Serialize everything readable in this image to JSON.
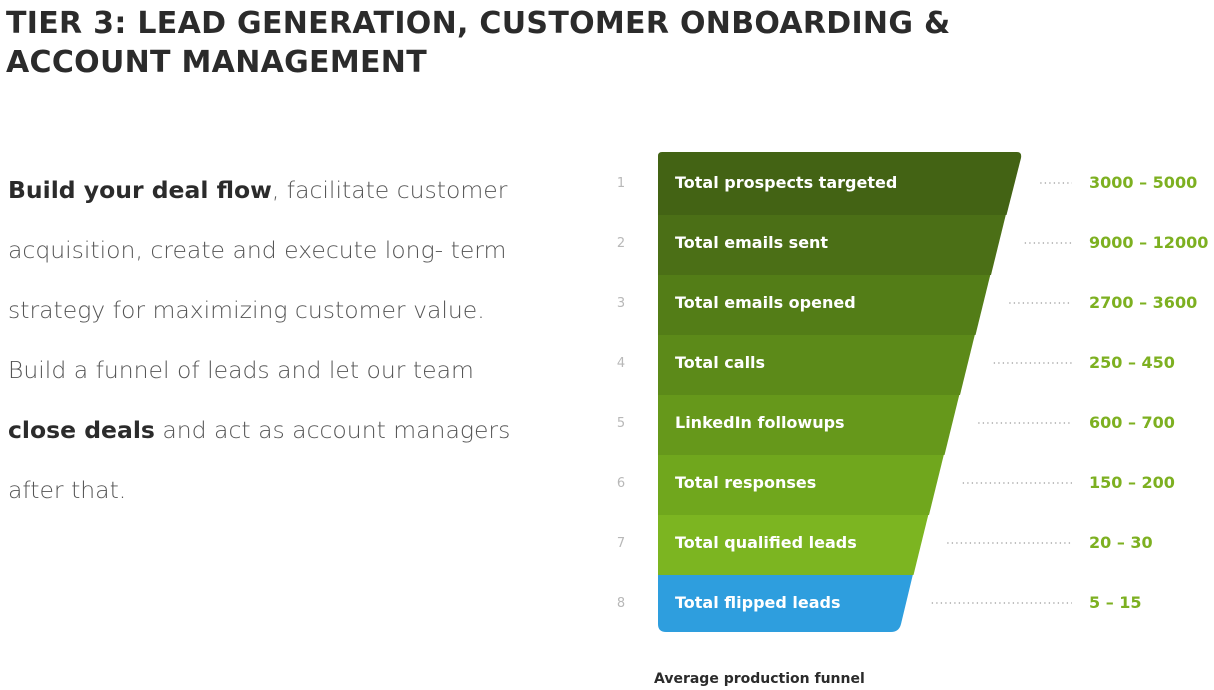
{
  "page": {
    "title": "TIER 3: LEAD GENERATION, CUSTOMER ONBOARDING & ACCOUNT MANAGEMENT",
    "intro": {
      "bold1": "Build your deal flow",
      "text1": ", facilitate customer acquisition, create and execute long- term strategy for maximizing customer value. Build a funnel of leads and let our team ",
      "bold2": "close deals",
      "text2": " and act as account managers after that."
    },
    "caption": "Average production funnel"
  },
  "funnel": {
    "steps": [
      {
        "number": "1",
        "label": "Total prospects targeted",
        "value": "3000 – 5000",
        "color": "#436314"
      },
      {
        "number": "2",
        "label": "Total emails sent",
        "value": "9000 – 12000",
        "color": "#4b6f16"
      },
      {
        "number": "3",
        "label": "Total emails opened",
        "value": "2700 – 3600",
        "color": "#537d17"
      },
      {
        "number": "4",
        "label": "Total calls",
        "value": "250 – 450",
        "color": "#5c8a19"
      },
      {
        "number": "5",
        "label": "LinkedIn followups",
        "value": "600 – 700",
        "color": "#66981b"
      },
      {
        "number": "6",
        "label": "Total responses",
        "value": "150 – 200",
        "color": "#70a71d"
      },
      {
        "number": "7",
        "label": "Total qualified leads",
        "value": "20 – 30",
        "color": "#7cb521"
      },
      {
        "number": "8",
        "label": "Total flipped leads",
        "value": "5 – 15",
        "color": "#2e9ede"
      }
    ],
    "value_color": "#7db021"
  }
}
